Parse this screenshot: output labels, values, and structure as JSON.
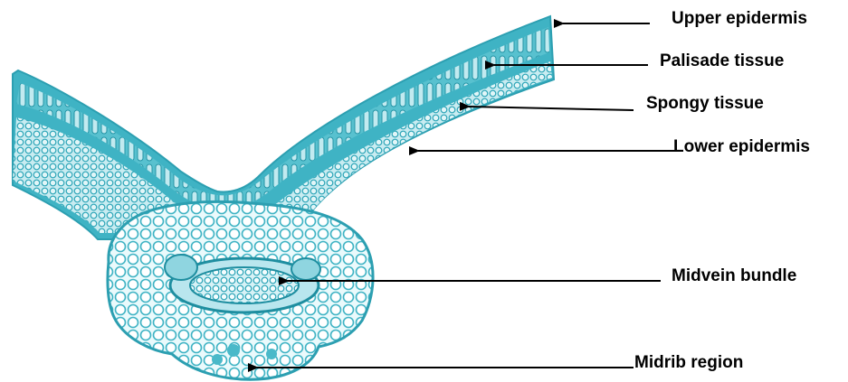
{
  "figure": {
    "labels": [
      {
        "key": "upper_epidermis",
        "text": "Upper epidermis"
      },
      {
        "key": "palisade_tissue",
        "text": "Palisade tissue"
      },
      {
        "key": "spongy_tissue",
        "text": "Spongy tissue"
      },
      {
        "key": "lower_epidermis",
        "text": "Lower epidermis"
      },
      {
        "key": "midvein_bundle",
        "text": "Midvein bundle"
      },
      {
        "key": "midrib_region",
        "text": "Midrib region"
      }
    ],
    "colors": {
      "stain": "#3fb3c4",
      "stain_dark": "#1e8ea0",
      "stain_light": "#bfe9ef",
      "cell_fill": "#eafafc",
      "arrow": "#000000"
    }
  }
}
